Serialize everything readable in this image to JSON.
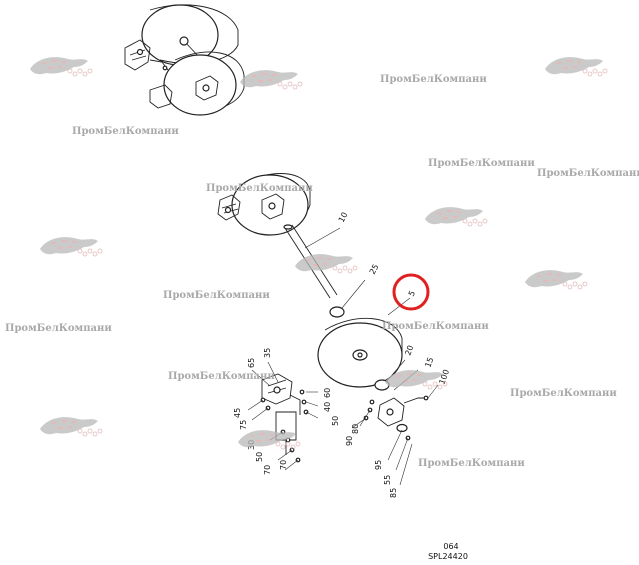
{
  "watermark": {
    "text": "ПромБелКомпани",
    "logo_color": "#d9a3a3",
    "text_color": "#a9a9a9"
  },
  "highlight": {
    "label": "5",
    "color": "#e02020"
  },
  "parts": [
    "10",
    "25",
    "5",
    "35",
    "65",
    "20",
    "15",
    "100",
    "60",
    "40",
    "50",
    "45",
    "75",
    "70",
    "80",
    "90",
    "30",
    "50",
    "70",
    "95",
    "55",
    "85"
  ],
  "drawing_ref": {
    "line1": "064",
    "line2": "SPL24420"
  }
}
